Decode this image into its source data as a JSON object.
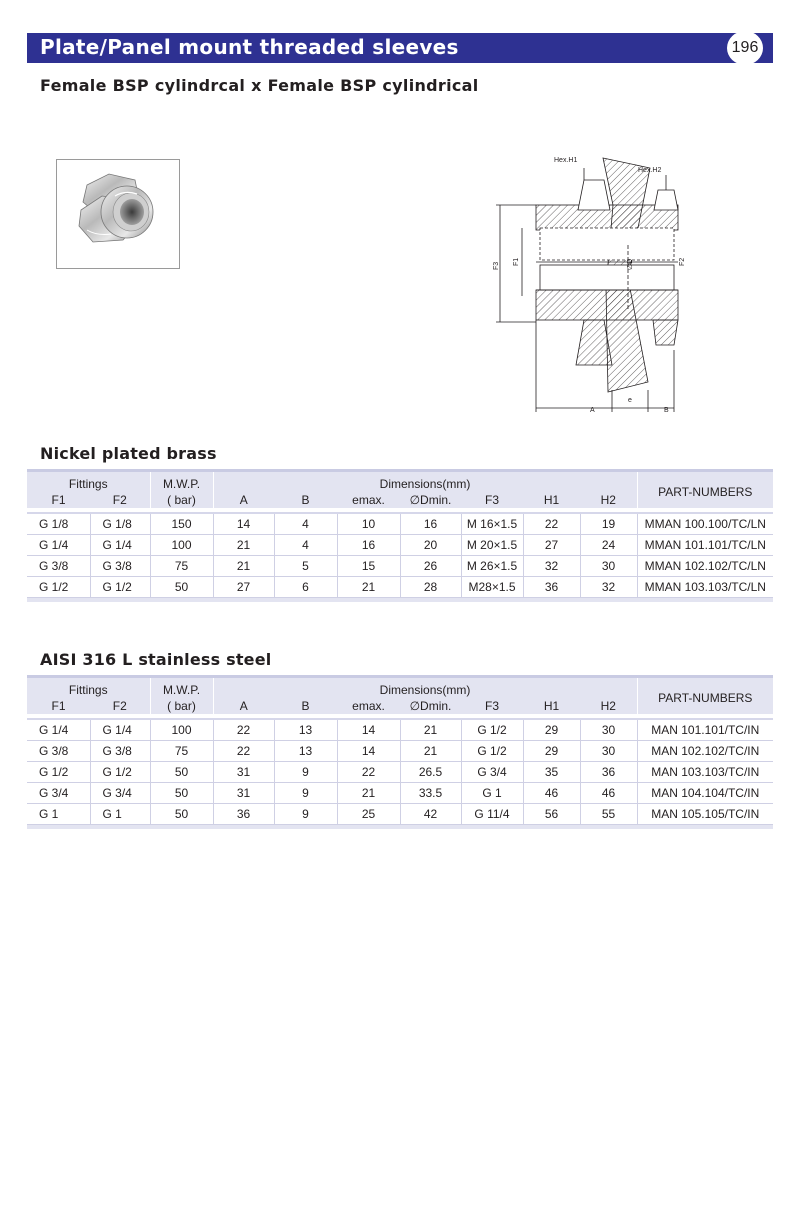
{
  "header": {
    "title": "Plate/Panel mount threaded sleeves",
    "page_number": "196",
    "subtitle": "Female BSP cylindrcal x Female BSP cylindrical"
  },
  "drawing": {
    "labels": {
      "hex_h1": "Hex.H1",
      "hex_h2": "Hex.H2",
      "f3": "F3",
      "f1": "F1",
      "f2": "F2",
      "d": "∅D",
      "a": "A",
      "e": "e",
      "b": "B"
    }
  },
  "table_headers": {
    "fittings": "Fittings",
    "f1": "F1",
    "f2": "F2",
    "mwp": "M.W.P.",
    "bar": "( bar)",
    "dimensions": "Dimensions(mm)",
    "a": "A",
    "b": "B",
    "emax": "emax.",
    "dmin": "∅Dmin.",
    "f3": "F3",
    "h1": "H1",
    "h2": "H2",
    "part_numbers": "PART-NUMBERS"
  },
  "brass": {
    "title": "Nickel plated brass",
    "rows": [
      {
        "f1": "G 1/8",
        "f2": "G 1/8",
        "mwp": "150",
        "a": "14",
        "b": "4",
        "emax": "10",
        "dmin": "16",
        "f3": "M 16×1.5",
        "h1": "22",
        "h2": "19",
        "part": "MMAN 100.100/TC/LN"
      },
      {
        "f1": "G 1/4",
        "f2": "G 1/4",
        "mwp": "100",
        "a": "21",
        "b": "4",
        "emax": "16",
        "dmin": "20",
        "f3": "M 20×1.5",
        "h1": "27",
        "h2": "24",
        "part": "MMAN 101.101/TC/LN"
      },
      {
        "f1": "G 3/8",
        "f2": "G 3/8",
        "mwp": "75",
        "a": "21",
        "b": "5",
        "emax": "15",
        "dmin": "26",
        "f3": "M 26×1.5",
        "h1": "32",
        "h2": "30",
        "part": "MMAN 102.102/TC/LN"
      },
      {
        "f1": "G 1/2",
        "f2": "G 1/2",
        "mwp": "50",
        "a": "27",
        "b": "6",
        "emax": "21",
        "dmin": "28",
        "f3": "M28×1.5",
        "h1": "36",
        "h2": "32",
        "part": "MMAN 103.103/TC/LN"
      }
    ]
  },
  "steel": {
    "title": "AISI 316 L stainless steel",
    "rows": [
      {
        "f1": "G 1/4",
        "f2": "G 1/4",
        "mwp": "100",
        "a": "22",
        "b": "13",
        "emax": "14",
        "dmin": "21",
        "f3": "G 1/2",
        "h1": "29",
        "h2": "30",
        "part": "MAN 101.101/TC/IN"
      },
      {
        "f1": "G 3/8",
        "f2": "G 3/8",
        "mwp": "75",
        "a": "22",
        "b": "13",
        "emax": "14",
        "dmin": "21",
        "f3": "G 1/2",
        "h1": "29",
        "h2": "30",
        "part": "MAN 102.102/TC/IN"
      },
      {
        "f1": "G 1/2",
        "f2": "G 1/2",
        "mwp": "50",
        "a": "31",
        "b": "9",
        "emax": "22",
        "dmin": "26.5",
        "f3": "G 3/4",
        "h1": "35",
        "h2": "36",
        "part": "MAN 103.103/TC/IN"
      },
      {
        "f1": "G 3/4",
        "f2": "G 3/4",
        "mwp": "50",
        "a": "31",
        "b": "9",
        "emax": "21",
        "dmin": "33.5",
        "f3": "G 1",
        "h1": "46",
        "h2": "46",
        "part": "MAN 104.104/TC/IN"
      },
      {
        "f1": "G 1",
        "f2": "G 1",
        "mwp": "50",
        "a": "36",
        "b": "9",
        "emax": "25",
        "dmin": "42",
        "f3": "G 11/4",
        "h1": "56",
        "h2": "55",
        "part": "MAN 105.105/TC/IN"
      }
    ]
  },
  "colors": {
    "title_bar": "#2e3192",
    "table_header": "#e3e4f1"
  }
}
